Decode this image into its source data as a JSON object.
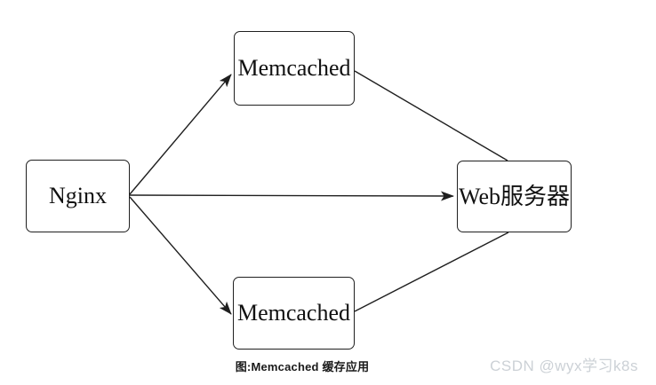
{
  "diagram": {
    "caption": "图:Memcached 缓存应用",
    "nodes": {
      "nginx": {
        "label": "Nginx"
      },
      "memcached_top": {
        "label": "Memcached"
      },
      "memcached_bottom": {
        "label": "Memcached"
      },
      "web_server": {
        "label": "Web服务器"
      }
    },
    "edges": [
      {
        "from": "nginx",
        "to": "memcached_top",
        "arrowhead": true
      },
      {
        "from": "nginx",
        "to": "web_server",
        "arrowhead": true
      },
      {
        "from": "nginx",
        "to": "memcached_bottom",
        "arrowhead": true
      },
      {
        "from": "memcached_top",
        "to": "web_server",
        "arrowhead": false
      },
      {
        "from": "memcached_bottom",
        "to": "web_server",
        "arrowhead": false
      }
    ]
  },
  "watermark": {
    "text": "CSDN @wyx学习k8s"
  },
  "colors": {
    "line": "#1f1f1f",
    "box_border": "#1f1f1f",
    "box_text": "#111111",
    "caption_text": "#1a1a1a",
    "watermark_text": "#ccd1d6",
    "background": "#ffffff"
  }
}
